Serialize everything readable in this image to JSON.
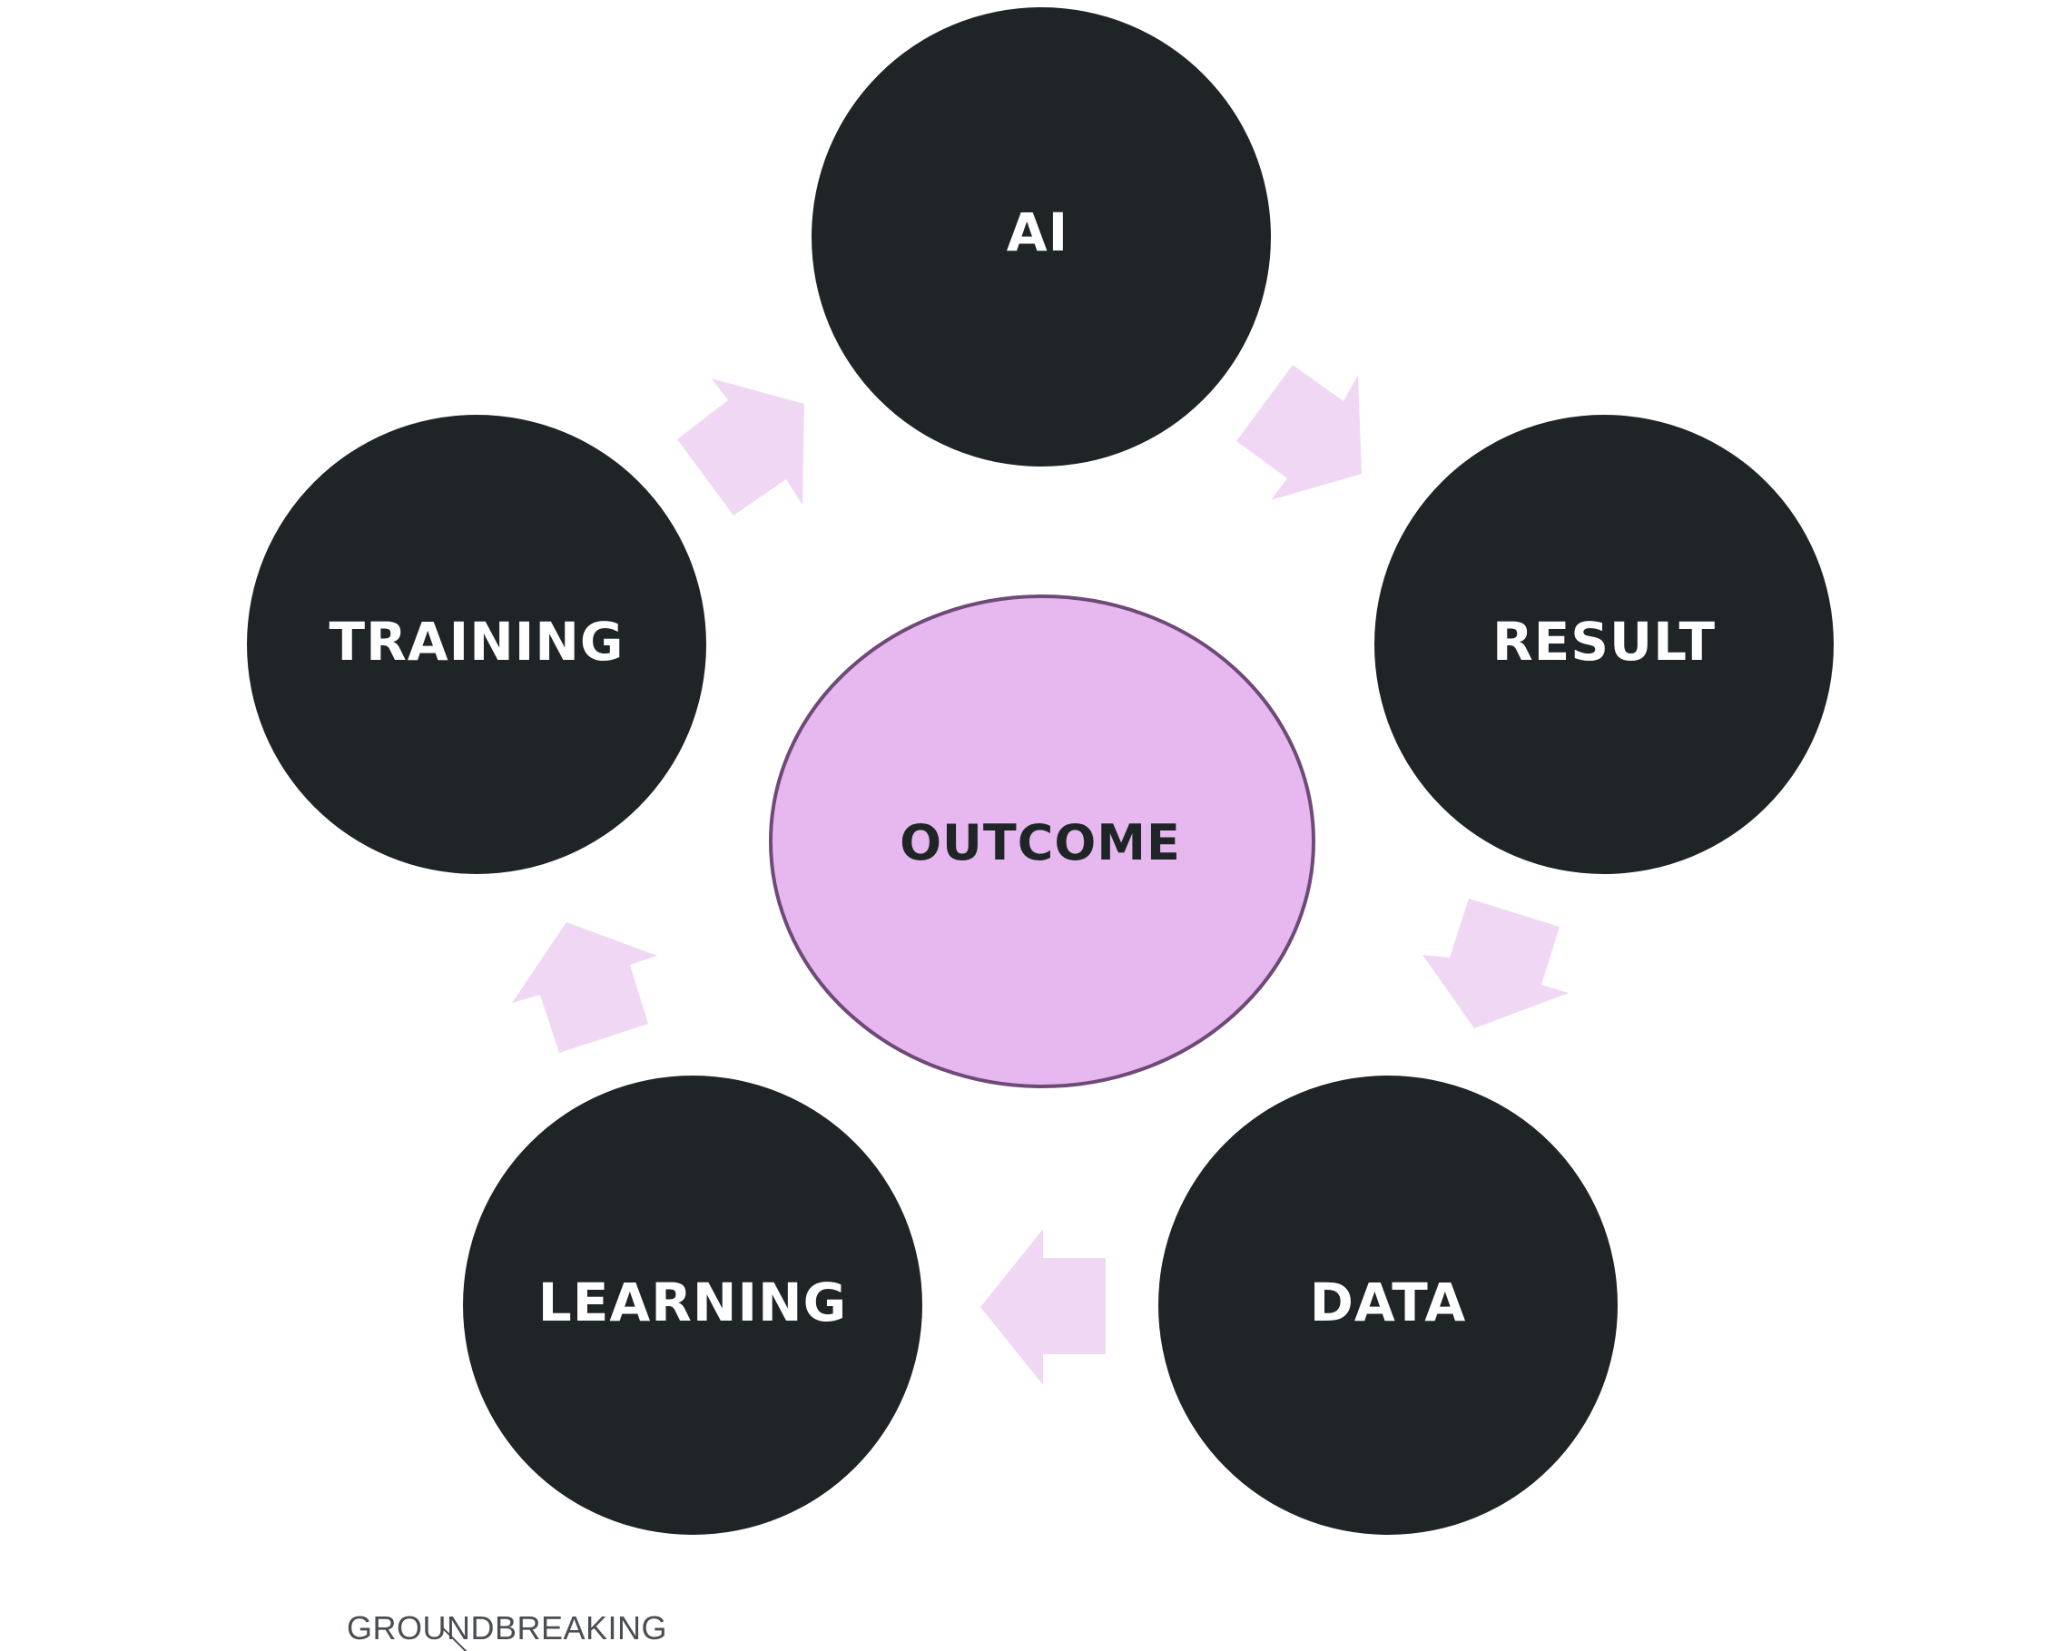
{
  "diagram": {
    "center": {
      "label": "OUTCOME"
    },
    "nodes": [
      {
        "id": "ai",
        "label": "AI"
      },
      {
        "id": "result",
        "label": "RESULT"
      },
      {
        "id": "data",
        "label": "DATA"
      },
      {
        "id": "learning",
        "label": "LEARNING"
      },
      {
        "id": "training",
        "label": "TRAINING"
      }
    ],
    "flow": [
      "AI",
      "RESULT",
      "DATA",
      "LEARNING",
      "TRAINING",
      "AI"
    ]
  },
  "brand": {
    "name": "GROUNDBREAKING"
  },
  "colors": {
    "node_fill": "#1f2427",
    "node_text": "#ffffff",
    "center_fill": "#e7b8ef",
    "center_stroke": "#6e4a78",
    "center_text": "#1f2427",
    "arrow_fill": "#f0d8f4",
    "logo_text": "#4a4d52"
  }
}
